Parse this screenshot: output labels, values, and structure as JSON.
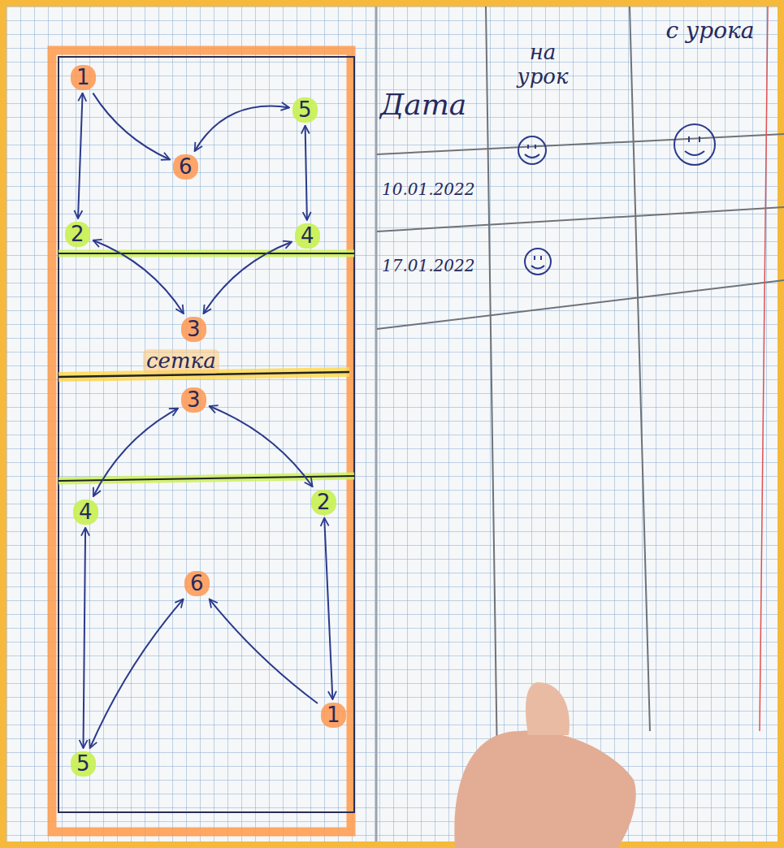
{
  "diagram": {
    "nodes": [
      {
        "text": [
          "1"
        ]
      },
      {
        "text": [
          "5"
        ]
      },
      {
        "text": [
          "6"
        ]
      },
      {
        "text": [
          "2"
        ]
      },
      {
        "text": [
          "4"
        ]
      },
      {
        "text": [
          "3"
        ]
      },
      {
        "text": [
          "3"
        ]
      },
      {
        "text": [
          "4"
        ]
      },
      {
        "text": [
          "2"
        ]
      },
      {
        "text": [
          "6"
        ]
      },
      {
        "text": [
          "5"
        ]
      },
      {
        "text": [
          "1"
        ]
      }
    ],
    "edges": [
      {
        "from": 0,
        "to": 3,
        "arrow": "both"
      },
      {
        "from": 0,
        "to": 2,
        "arrow": "to"
      },
      {
        "from": 2,
        "to": 1,
        "arrow": "both"
      },
      {
        "from": 1,
        "to": 4,
        "arrow": "both"
      },
      {
        "from": 3,
        "to": 5,
        "arrow": "both"
      },
      {
        "from": 4,
        "to": 5,
        "arrow": "both"
      },
      {
        "from": 6,
        "to": 7,
        "arrow": "both"
      },
      {
        "from": 6,
        "to": 8,
        "arrow": "both"
      },
      {
        "from": 7,
        "to": 10,
        "arrow": "both"
      },
      {
        "from": 8,
        "to": 11,
        "arrow": "both"
      },
      {
        "from": 11,
        "to": 9,
        "arrow": "to"
      },
      {
        "from": 9,
        "to": 10,
        "arrow": "both"
      }
    ],
    "labels": [
      "сетка",
      "Дата",
      "на урок",
      "с урока",
      "10.01.2022",
      "17.01.2022"
    ]
  }
}
